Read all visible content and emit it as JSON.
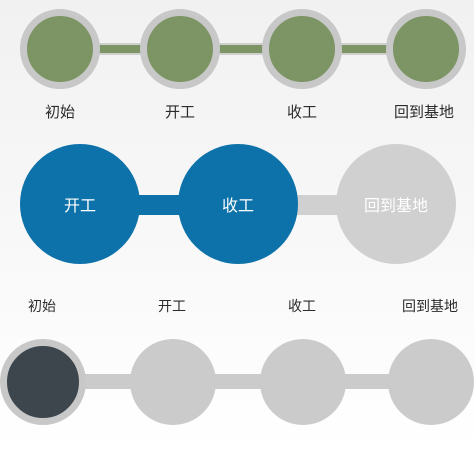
{
  "stepper_top": {
    "steps": [
      {
        "label": "初始",
        "status": "done"
      },
      {
        "label": "开工",
        "status": "done"
      },
      {
        "label": "收工",
        "status": "done"
      },
      {
        "label": "回到基地",
        "status": "done"
      }
    ],
    "colors": {
      "done": "#7d9464",
      "ring": "#c8c8c8"
    }
  },
  "stepper_middle": {
    "steps": [
      {
        "label": "开工",
        "status": "done"
      },
      {
        "label": "收工",
        "status": "done"
      },
      {
        "label": "回到基地",
        "status": "pending"
      }
    ],
    "colors": {
      "done": "#0c72a9",
      "pending": "#d0d0d0"
    }
  },
  "stepper_bottom": {
    "steps": [
      {
        "label": "初始",
        "status": "current"
      },
      {
        "label": "开工",
        "status": "pending"
      },
      {
        "label": "收工",
        "status": "pending"
      },
      {
        "label": "回到基地",
        "status": "pending"
      }
    ],
    "colors": {
      "current": "#3d464c",
      "pending": "#cbcbcb"
    }
  }
}
